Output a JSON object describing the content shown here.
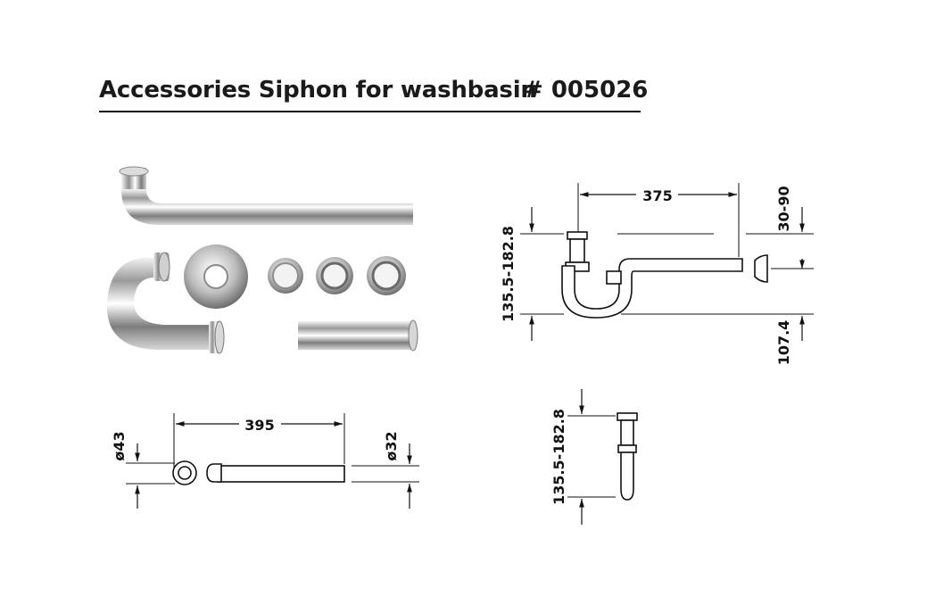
{
  "header": {
    "title": "Accessories Siphon for washbasin",
    "code": "# 005026"
  },
  "dimensions": {
    "side_width": "375",
    "side_wall_offset": "30-90",
    "side_height": "135.5-182.8",
    "side_drop": "107.4",
    "top_length": "395",
    "top_dia_trap": "ø43",
    "top_dia_pipe": "ø32",
    "front_height": "135.5-182.8"
  },
  "colors": {
    "line": "#111111",
    "chrome": "#c8c8c8"
  }
}
